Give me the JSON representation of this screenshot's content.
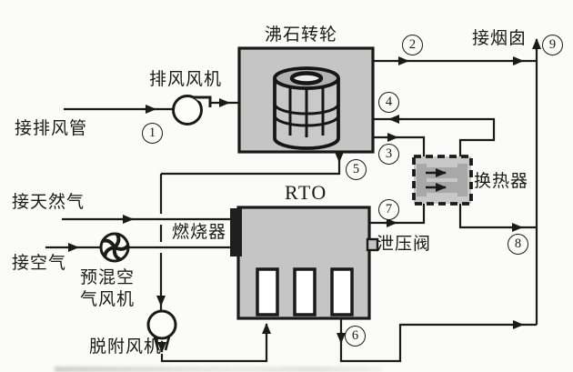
{
  "labels": {
    "exhaust_duct_inlet": "接排风管",
    "exhaust_fan": "排风风机",
    "zeolite_rotor": "沸石转轮",
    "to_chimney": "接烟囱",
    "natural_gas_inlet": "接天然气",
    "air_inlet": "接空气",
    "premix_air_fan_line1": "预混空",
    "premix_air_fan_line2": "气风机",
    "burner": "燃烧器",
    "rto": "RTO",
    "relief_valve": "泄压阀",
    "heat_exchanger": "换热器",
    "desorption_fan": "脱附风机"
  },
  "streams": [
    "1",
    "2",
    "3",
    "4",
    "5",
    "6",
    "7",
    "8",
    "9"
  ],
  "colors": {
    "line": "#1a1a1a",
    "box_fill": "#c5c5c5",
    "hx_fill": "#c8c8c8",
    "hx_inner": "#a8a8a8",
    "background": "#fbfbf9"
  }
}
